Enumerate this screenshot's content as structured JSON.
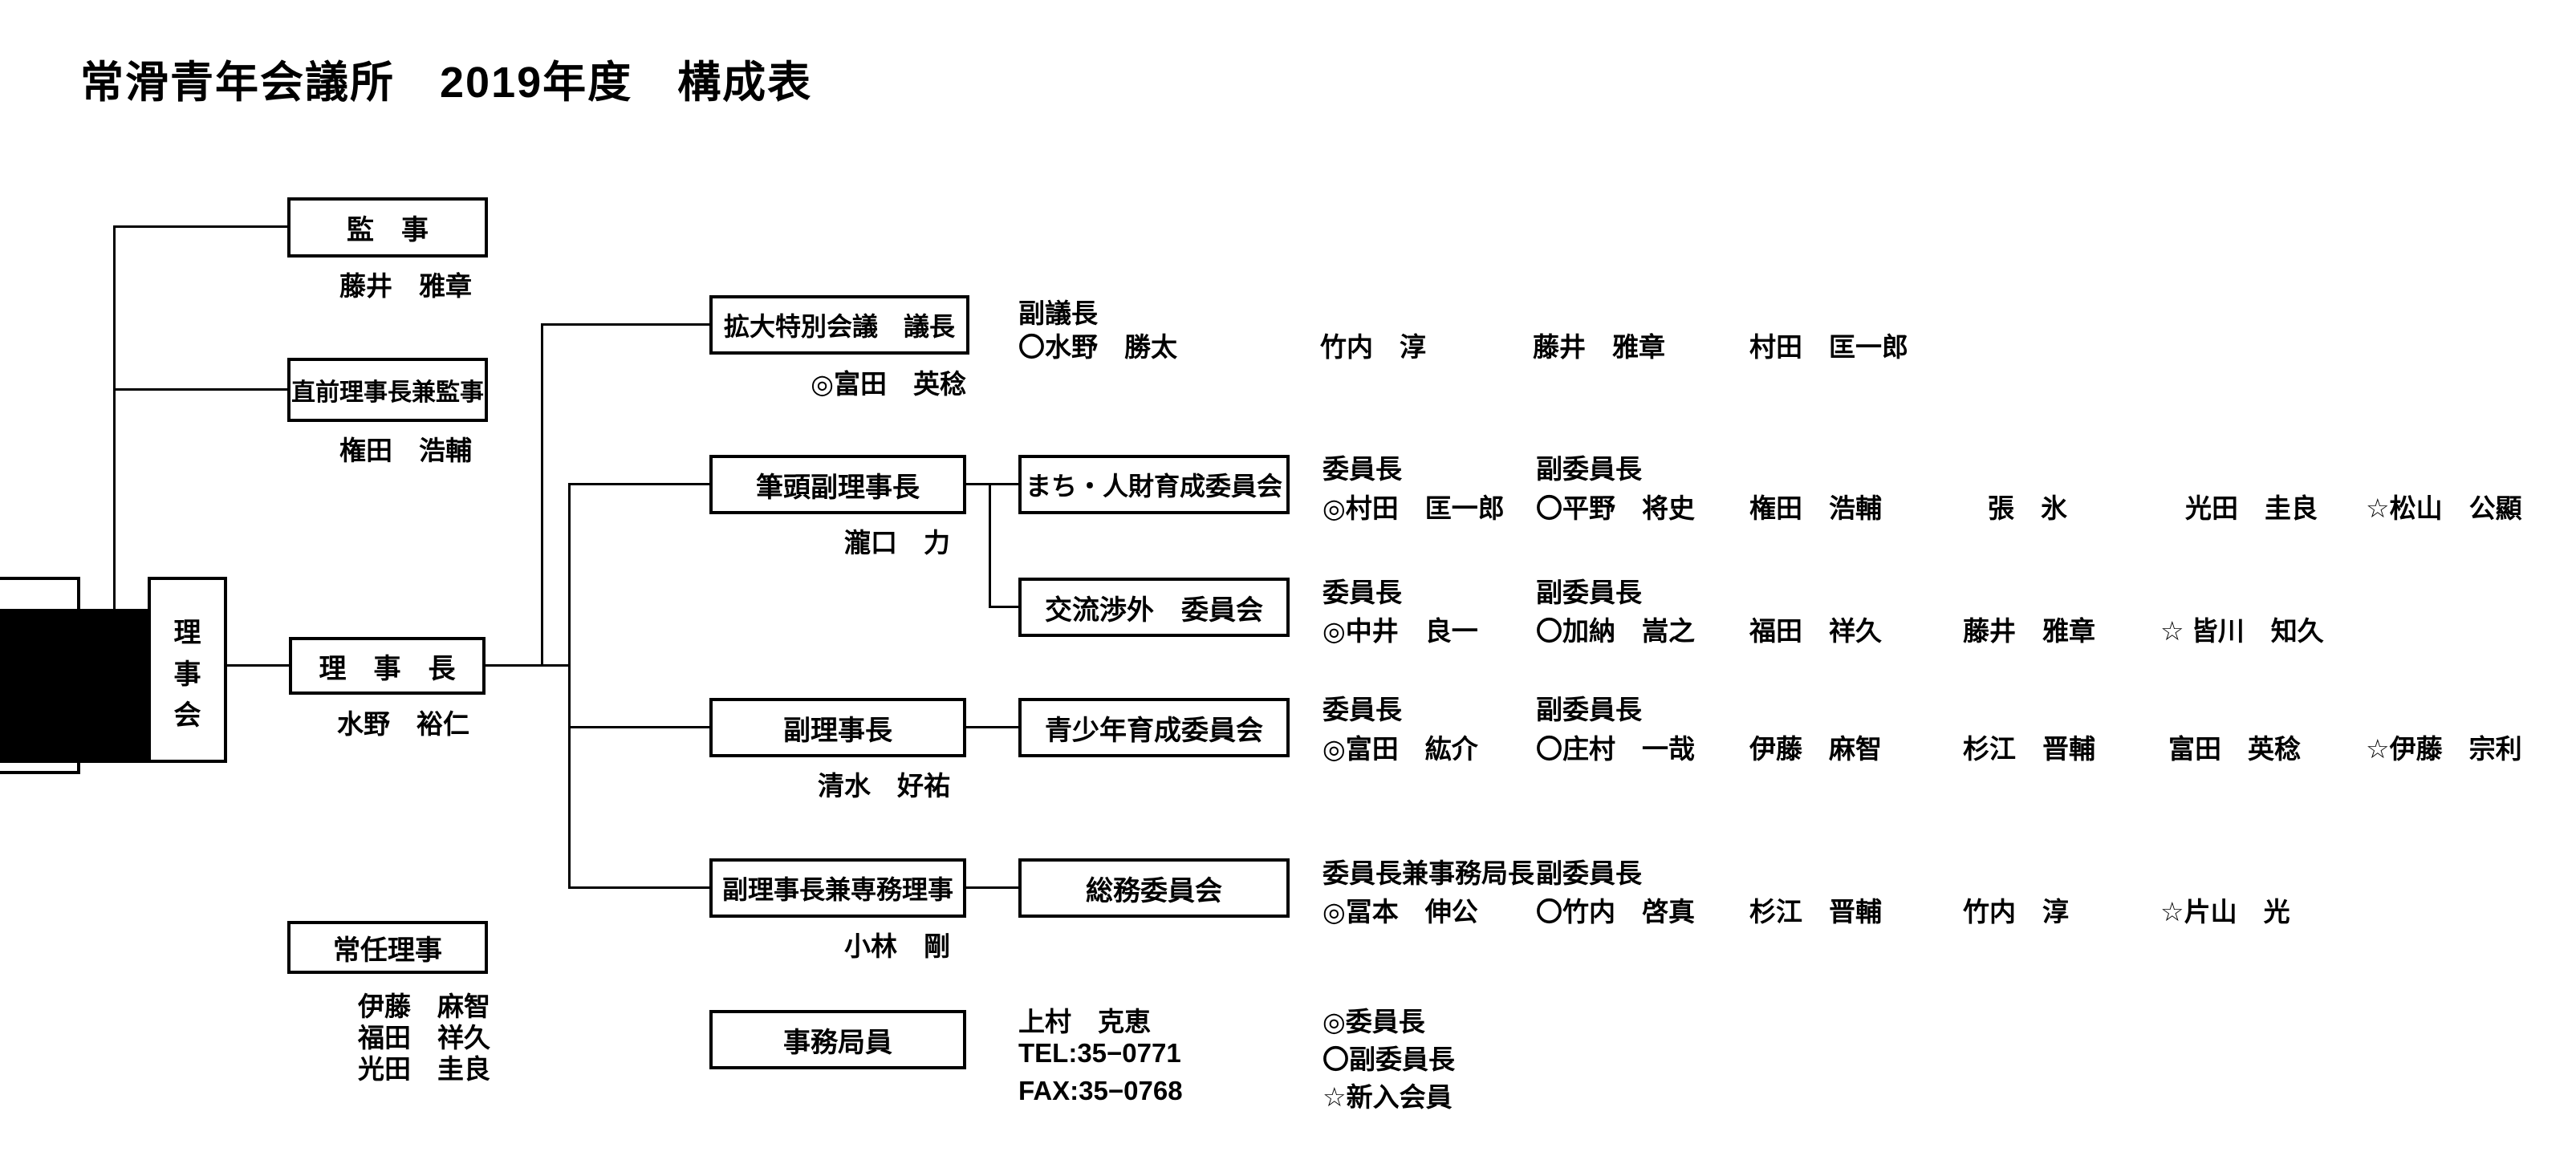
{
  "title": "常滑青年会議所　2019年度　構成表",
  "colors": {
    "line": "#000000",
    "background": "#ffffff",
    "fill_block": "#000000"
  },
  "left": {
    "auditor": {
      "label": "監　事",
      "name": "藤井　雅章"
    },
    "immediate_past": {
      "label": "直前理事長兼監事",
      "name": "権田　浩輔"
    },
    "board": {
      "c1": "理",
      "c2": "事",
      "c3": "会"
    },
    "president": {
      "label": "理　事　長",
      "name": "水野　裕仁"
    },
    "executive_directors": {
      "label": "常任理事",
      "m1": "伊藤　麻智",
      "m2": "福田　祥久",
      "m3": "光田　圭良"
    }
  },
  "middle": {
    "expanded_special_council": {
      "label": "拡大特別会議　議長",
      "chair": "◎富田　英稔"
    },
    "senior_vice_president": {
      "label": "筆頭副理事長",
      "name": "瀧口　力"
    },
    "vice_president": {
      "label": "副理事長",
      "name": "清水　好祐"
    },
    "vice_president_executive": {
      "label": "副理事長兼専務理事",
      "name": "小林　剛"
    },
    "secretariat": {
      "label": "事務局員"
    }
  },
  "committees": {
    "machi": {
      "label": "まち・人財育成委員会"
    },
    "koryu": {
      "label": "交流渉外　委員会"
    },
    "seishonen": {
      "label": "青少年育成委員会"
    },
    "somu": {
      "label": "総務委員会"
    }
  },
  "rows": {
    "council": {
      "role1": "副議長",
      "n1": "〇水野　勝太",
      "n2": "竹内　淳",
      "n3": "藤井　雅章",
      "n4": "村田　匡一郎"
    },
    "machi": {
      "role1": "委員長",
      "n1": "◎村田　匡一郎",
      "role2": "副委員長",
      "n2": "〇平野　将史",
      "n3": "権田　浩輔",
      "n4": "張　氷",
      "n5": "光田　圭良",
      "n6": "☆松山　公顯"
    },
    "koryu": {
      "role1": "委員長",
      "n1": "◎中井　良一",
      "role2": "副委員長",
      "n2": "〇加納　嵩之",
      "n3": "福田　祥久",
      "n4": "藤井　雅章",
      "n5": "☆ 皆川　知久"
    },
    "seishonen": {
      "role1": "委員長",
      "n1": "◎富田　紘介",
      "role2": "副委員長",
      "n2": "〇庄村　一哉",
      "n3": "伊藤　麻智",
      "n4": "杉江　晋輔",
      "n5": "富田　英稔",
      "n6": "☆伊藤　宗利"
    },
    "somu": {
      "role1": "委員長兼事務局長",
      "n1": "◎冨本　伸公",
      "role2": "副委員長",
      "n2": "〇竹内　啓真",
      "n3": "杉江　晋輔",
      "n4": "竹内　淳",
      "n5": "☆片山　光"
    }
  },
  "secretariat_info": {
    "name": "上村　克恵",
    "tel": "TEL:35−0771",
    "fax": "FAX:35−0768"
  },
  "legend": {
    "chair": "◎委員長",
    "vice_chair": "〇副委員長",
    "new_member": "☆新入会員"
  }
}
